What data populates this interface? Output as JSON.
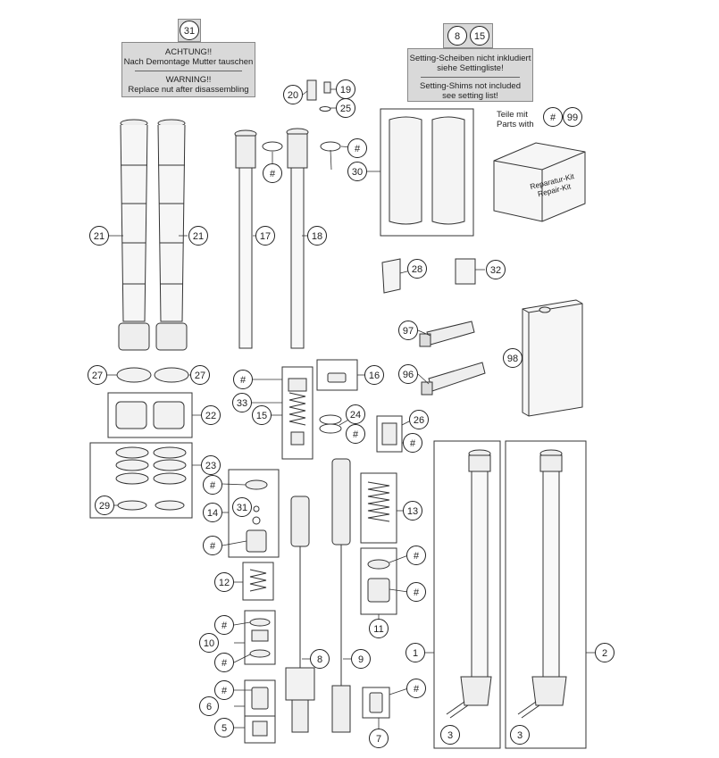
{
  "note_nut": {
    "ref": "31",
    "de_title": "ACHTUNG!!",
    "de_text": "Nach Demontage Mutter tauschen",
    "en_title": "WARNING!!",
    "en_text": "Replace nut after disassembling"
  },
  "note_shims": {
    "refs": [
      "8",
      "15"
    ],
    "de_line1": "Setting-Scheiben nicht inkludiert",
    "de_line2": "siehe Settingliste!",
    "en_line1": "Setting-Shims not included",
    "en_line2": "see setting list!"
  },
  "kit_legend": {
    "de": "Teile mit",
    "en": "Parts with",
    "hash": "#",
    "ref": "99"
  },
  "kit_box_text": [
    "Reparatur-Kit",
    "Repair-Kit"
  ],
  "callouts": {
    "c21a": "21",
    "c21b": "21",
    "c17": "17",
    "c18": "18",
    "c19": "19",
    "c20": "20",
    "c25": "25",
    "c30": "30",
    "c28": "28",
    "c32": "32",
    "c97": "97",
    "c96": "96",
    "c98": "98",
    "c27a": "27",
    "c27b": "27",
    "c16": "16",
    "c15": "15",
    "c33": "33",
    "c24": "24",
    "c26": "26",
    "c22": "22",
    "c23": "23",
    "c29": "29",
    "c14": "14",
    "c31": "31",
    "c13": "13",
    "c12": "12",
    "c10": "10",
    "c11": "11",
    "c8": "8",
    "c9": "9",
    "c6": "6",
    "c5": "5",
    "c7": "7",
    "c1": "1",
    "c2": "2",
    "c3a": "3",
    "c3b": "3",
    "h1": "#",
    "h2": "#",
    "h3": "#",
    "h4": "#",
    "h5": "#",
    "h6": "#",
    "h7": "#",
    "h8": "#",
    "h9": "#",
    "h10": "#",
    "h11": "#",
    "h12": "#",
    "h13": "#",
    "h14": "#",
    "h15": "#"
  }
}
